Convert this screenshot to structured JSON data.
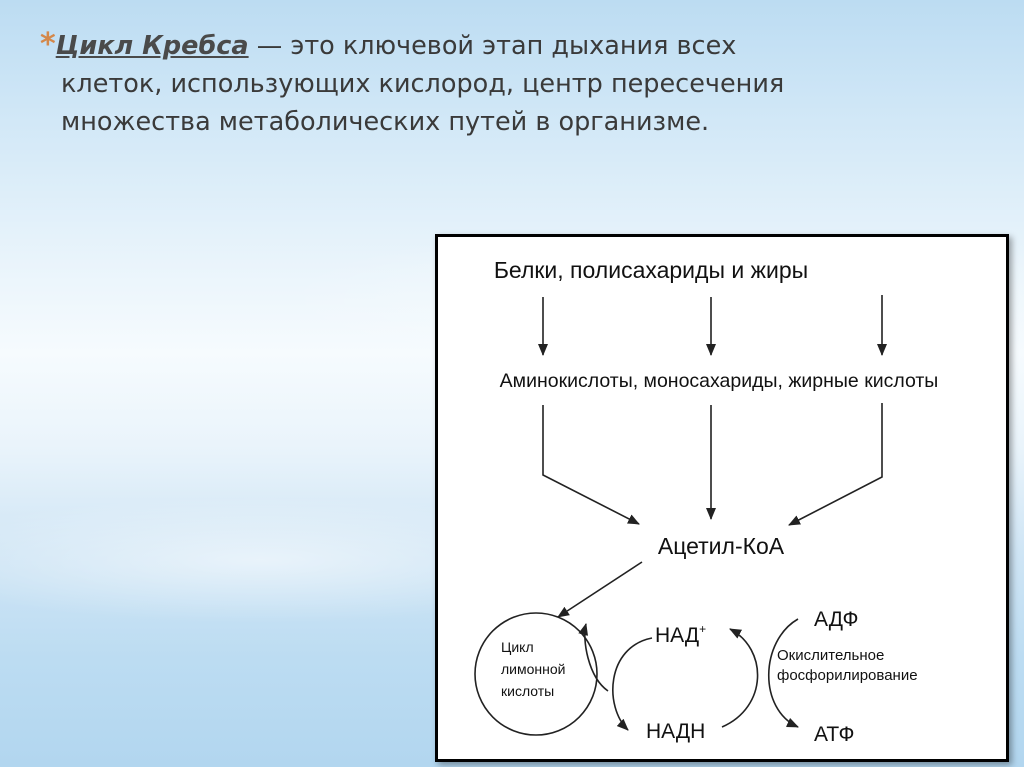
{
  "slide": {
    "bullet": "*",
    "term": "Цикл Кребса",
    "definition_line1": " — это ключевой этап дыхания всех",
    "definition_line2": "клеток, использующих кислород, центр пересечения",
    "definition_line3": "множества метаболических путей в организме."
  },
  "diagram": {
    "top_label": "Белки, полисахариды и жиры",
    "middle_label": "Аминокислоты, моносахариды, жирные кислоты",
    "acetyl_label": "Ацетил-КоА",
    "cycle_line1": "Цикл",
    "cycle_line2": "лимонной",
    "cycle_line3": "кислоты",
    "nad_label": "НАД",
    "nad_superscript": "+",
    "nadh_label": "НАДН",
    "adp_label": "АДФ",
    "atp_label": "АТФ",
    "oxphos_line1": "Окислительное",
    "oxphos_line2": "фосфорилирование"
  },
  "colors": {
    "bullet": "#d4884a",
    "text": "#3a3a3a",
    "diagram_line": "#222222"
  }
}
